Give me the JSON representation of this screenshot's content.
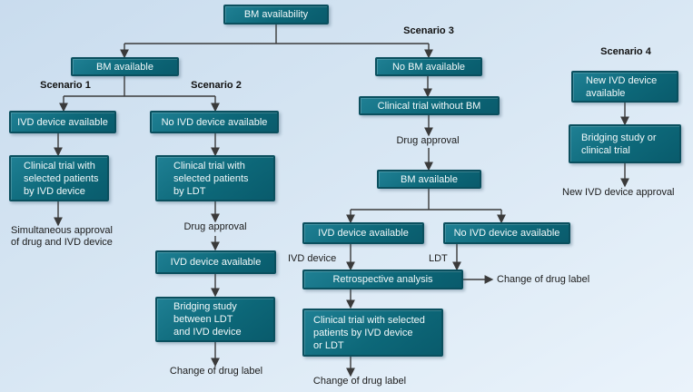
{
  "colors": {
    "background_top": "#c9dcee",
    "background_bottom": "#eaf3fb",
    "box_fill": "#0d6879",
    "box_border": "#0a4f5e",
    "box_text": "#f2f9fa",
    "plain_text": "#1b1b1b",
    "arrow": "#3a3a3a"
  },
  "scenario_labels": {
    "s1": "Scenario 1",
    "s2": "Scenario 2",
    "s3": "Scenario 3",
    "s4": "Scenario 4"
  },
  "nodes": {
    "bm_availability": "BM availability",
    "bm_available": "BM available",
    "s1_ivd_available": "IVD device available",
    "s2_no_ivd_available": "No IVD device available",
    "s1_clinical_trial": "Clinical trial with\nselected patients\nby IVD device",
    "s2_clinical_trial": "Clinical trial with\nselected patients\nby LDT",
    "s2_ivd_available": "IVD device available",
    "s2_bridging_study": "Bridging study\nbetween LDT\nand IVD device",
    "no_bm_available": "No BM available",
    "clinical_trial_without_bm": "Clinical trial without BM",
    "s3_bm_available": "BM available",
    "s3_ivd_available": "IVD device available",
    "s3_no_ivd_available": "No IVD device available",
    "retrospective_analysis": "Retrospective analysis",
    "s3_clinical_trial": "Clinical trial with selected\npatients by IVD device\nor LDT",
    "s4_new_ivd_device": "New IVD device\navailable",
    "s4_bridging_study": "Bridging study or\nclinical trial"
  },
  "texts": {
    "s1_outcome": "Simultaneous approval\nof drug and IVD device",
    "s2_drug_approval": "Drug approval",
    "s2_outcome": "Change of drug label",
    "s3_drug_approval": "Drug approval",
    "ivd_device_path": "IVD device",
    "ldt_path": "LDT",
    "retrospective_outcome": "Change of drug label",
    "s3_outcome": "Change of drug label",
    "s4_outcome": "New IVD device approval"
  }
}
